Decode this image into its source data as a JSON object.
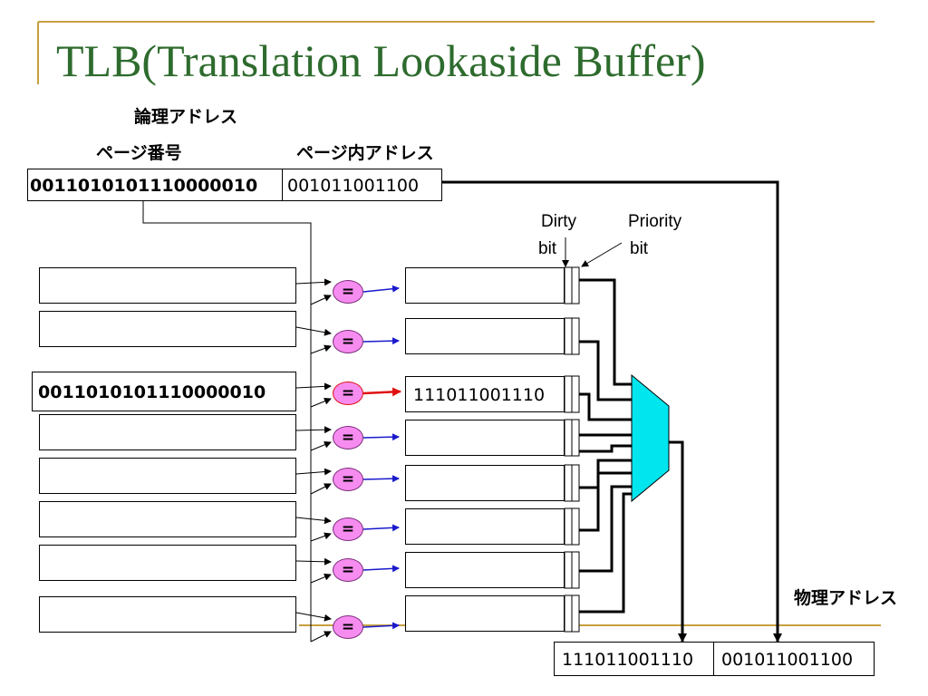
{
  "slide": {
    "title": "TLB(Translation Lookaside Buffer)",
    "logical_address_label": "論理アドレス",
    "page_number_label": "ページ番号",
    "page_offset_label": "ページ内アドレス",
    "physical_address_label": "物理アドレス",
    "dirty_bit_label_1": "Dirty",
    "dirty_bit_label_2": "bit",
    "priority_bit_label_1": "Priority",
    "priority_bit_label_2": "bit"
  },
  "logical_address": {
    "page_number": "0011010101110000010",
    "page_offset": "001011001100"
  },
  "tlb": {
    "tags": [
      "",
      "",
      "0011010101110000010",
      "",
      "",
      "",
      "",
      ""
    ],
    "data": [
      "",
      "",
      "111011001110",
      "",
      "",
      "",
      "",
      ""
    ],
    "comparator_symbol": "=",
    "hit_index": 2
  },
  "physical_address": {
    "frame_number": "111011001110",
    "page_offset": "001011001100"
  },
  "colors": {
    "title": "#2e6b2e",
    "accent_line": "#c8a040",
    "comparator_fill": "#f78cf0",
    "mux_fill": "#00e5ee",
    "miss_arrow": "#1a1acc",
    "hit_arrow": "#e01010"
  }
}
